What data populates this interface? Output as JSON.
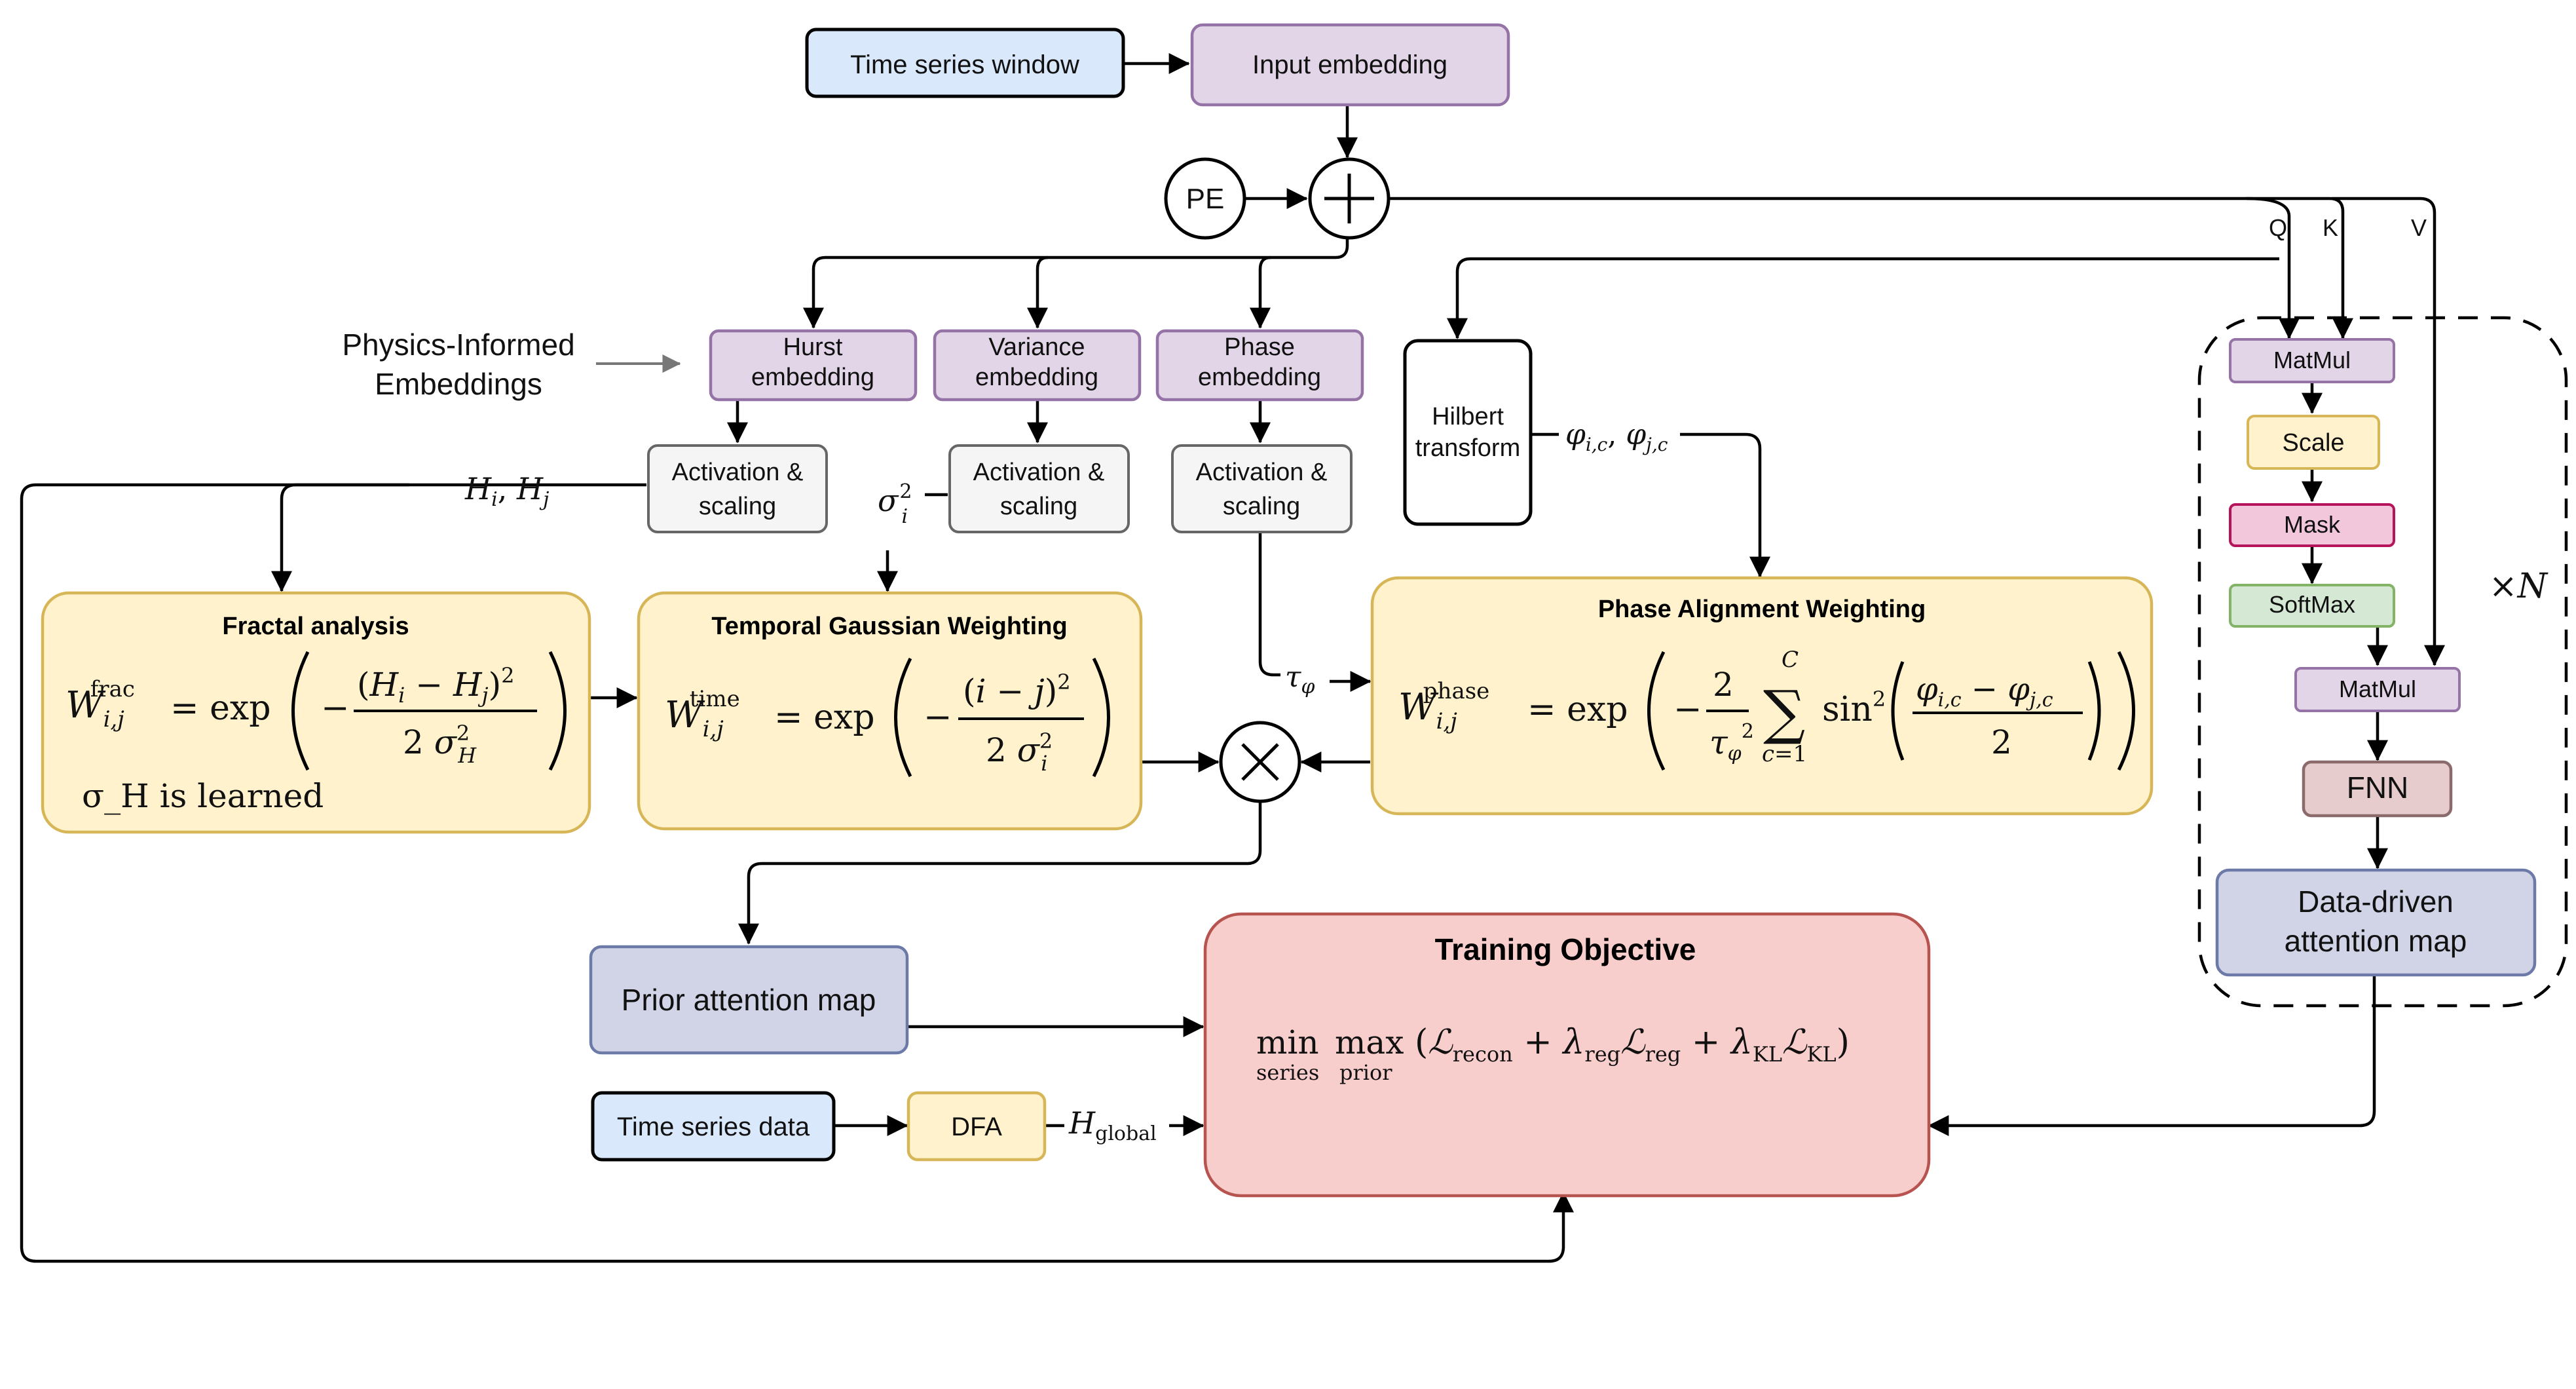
{
  "nodes": {
    "ts_window": "Time series window",
    "input_embedding": "Input embedding",
    "pe": "PE",
    "physics_label_1": "Physics-Informed",
    "physics_label_2": "Embeddings",
    "hurst_1": "Hurst",
    "hurst_2": "embedding",
    "variance_1": "Variance",
    "variance_2": "embedding",
    "phase_1": "Phase",
    "phase_2": "embedding",
    "act_1": "Activation &",
    "act_2": "scaling",
    "hilbert_1": "Hilbert",
    "hilbert_2": "transform",
    "fractal_title": "Fractal analysis",
    "fractal_note": "σ_H is learned",
    "temporal_title": "Temporal Gaussian Weighting",
    "phase_align_title": "Phase Alignment Weighting",
    "prior_map": "Prior attention map",
    "ts_data": "Time series data",
    "dfa": "DFA",
    "training_title": "Training Objective",
    "matmul": "MatMul",
    "scale": "Scale",
    "mask": "Mask",
    "softmax": "SoftMax",
    "fnn": "FNN",
    "data_driven_1": "Data-driven",
    "data_driven_2": "attention map",
    "times_n": "×N"
  },
  "edge_labels": {
    "q": "Q",
    "k": "K",
    "v": "V",
    "h_ij": "H_i, H_j",
    "sigma_i": "σ_i^2",
    "tau_phi": "τ_φ",
    "phi_ic": "φ_i,c, φ_j,c",
    "h_global": "H_global"
  },
  "formulas": {
    "fractal": "W_{i,j}^{frac} = exp( −(H_i − H_j)^2 / (2 σ_H^2) )",
    "temporal": "W_{i,j}^{time} = exp( −(i − j)^2 / (2 σ_i^2) )",
    "phase": "W_{i,j}^{phase} = exp( −(2/τ_φ^2) Σ_{c=1}^{C} sin^2((φ_{i,c} − φ_{j,c})/2) )",
    "objective": "min_series max_prior (L_recon + λ_reg L_reg + λ_KL L_KL)"
  },
  "colors": {
    "blue_fill": "#dae8fc",
    "purple_fill": "#e1d5e7",
    "purple_stroke": "#9673a6",
    "gray_fill": "#f5f5f5",
    "yellow_fill": "#fff2cc",
    "yellow_stroke": "#d6b656",
    "red_fill": "#f8cecc",
    "red_stroke": "#b85450",
    "navy_fill": "#d0d4e6",
    "navy_stroke": "#6c7aa8",
    "pink_fill": "#f2c7dc",
    "pink_stroke": "#b5145a",
    "green_fill": "#d5e8d4",
    "green_stroke": "#82b366",
    "rose_fill": "#e6cccc",
    "rose_stroke": "#8a6a6a"
  }
}
